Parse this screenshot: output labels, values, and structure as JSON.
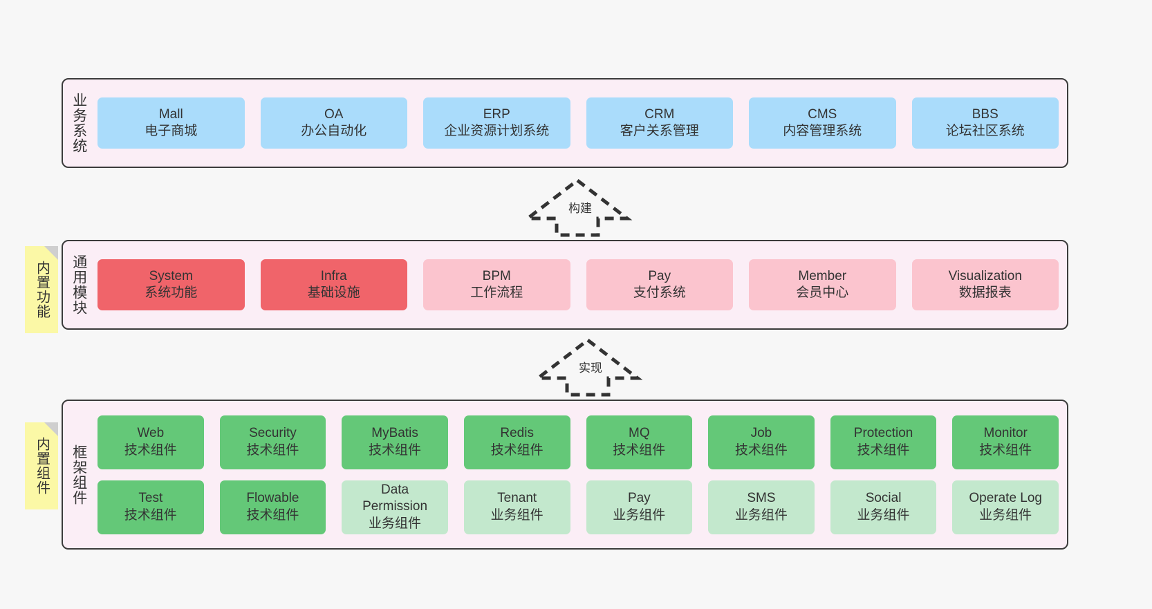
{
  "layers": [
    {
      "id": "business",
      "title": "业务系统",
      "rows": [
        [
          {
            "en": "Mall",
            "cn": "电子商城",
            "style": "blue"
          },
          {
            "en": "OA",
            "cn": "办公自动化",
            "style": "blue"
          },
          {
            "en": "ERP",
            "cn": "企业资源计划系统",
            "style": "blue"
          },
          {
            "en": "CRM",
            "cn": "客户关系管理",
            "style": "blue"
          },
          {
            "en": "CMS",
            "cn": "内容管理系统",
            "style": "blue"
          },
          {
            "en": "BBS",
            "cn": "论坛社区系统",
            "style": "blue"
          }
        ]
      ]
    },
    {
      "id": "common",
      "title": "通用模块",
      "sticky": "内置功能",
      "rows": [
        [
          {
            "en": "System",
            "cn": "系统功能",
            "style": "red-dark"
          },
          {
            "en": "Infra",
            "cn": "基础设施",
            "style": "red-dark"
          },
          {
            "en": "BPM",
            "cn": "工作流程",
            "style": "red-light"
          },
          {
            "en": "Pay",
            "cn": "支付系统",
            "style": "red-light"
          },
          {
            "en": "Member",
            "cn": "会员中心",
            "style": "red-light"
          },
          {
            "en": "Visualization",
            "cn": "数据报表",
            "style": "red-light"
          }
        ]
      ]
    },
    {
      "id": "framework",
      "title": "框架组件",
      "sticky": "内置组件",
      "rows": [
        [
          {
            "en": "Web",
            "cn": "技术组件",
            "style": "green-dark"
          },
          {
            "en": "Security",
            "cn": "技术组件",
            "style": "green-dark"
          },
          {
            "en": "MyBatis",
            "cn": "技术组件",
            "style": "green-dark"
          },
          {
            "en": "Redis",
            "cn": "技术组件",
            "style": "green-dark"
          },
          {
            "en": "MQ",
            "cn": "技术组件",
            "style": "green-dark"
          },
          {
            "en": "Job",
            "cn": "技术组件",
            "style": "green-dark"
          },
          {
            "en": "Protection",
            "cn": "技术组件",
            "style": "green-dark"
          },
          {
            "en": "Monitor",
            "cn": "技术组件",
            "style": "green-dark"
          }
        ],
        [
          {
            "en": "Test",
            "cn": "技术组件",
            "style": "green-dark"
          },
          {
            "en": "Flowable",
            "cn": "技术组件",
            "style": "green-dark"
          },
          {
            "en": "Data\nPermission",
            "cn": "业务组件",
            "style": "green-light"
          },
          {
            "en": "Tenant",
            "cn": "业务组件",
            "style": "green-light"
          },
          {
            "en": "Pay",
            "cn": "业务组件",
            "style": "green-light"
          },
          {
            "en": "SMS",
            "cn": "业务组件",
            "style": "green-light"
          },
          {
            "en": "Social",
            "cn": "业务组件",
            "style": "green-light"
          },
          {
            "en": "Operate Log",
            "cn": "业务组件",
            "style": "green-light"
          }
        ]
      ]
    }
  ],
  "arrows": [
    {
      "id": "build",
      "label": "构建"
    },
    {
      "id": "impl",
      "label": "实现"
    }
  ],
  "colors": {
    "panel_bg": "#fbeef6",
    "panel_border": "#3b3b3b",
    "blue": "#aadcfb",
    "red_dark": "#f0646a",
    "red_light": "#fbc4ce",
    "green_dark": "#64c878",
    "green_light": "#c3e8cd",
    "sticky": "#fbf8a6",
    "sticky_fold": "#cfcfcf",
    "canvas": "#f7f7f7"
  }
}
